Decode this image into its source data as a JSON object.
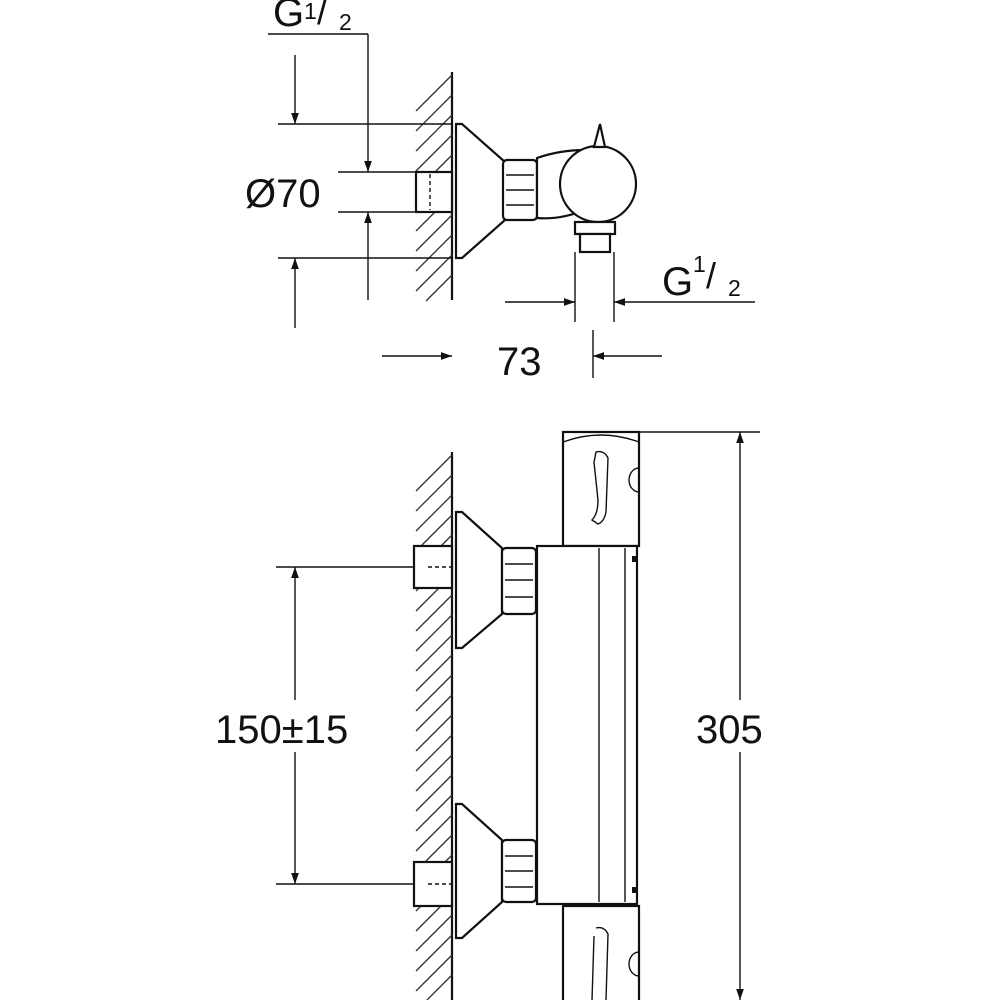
{
  "top_view": {
    "thread_inlet": {
      "letter": "G",
      "num": "1",
      "den": "2"
    },
    "diameter": "Ø70",
    "thread_outlet": {
      "letter": "G",
      "num": "1",
      "den": "2"
    },
    "depth": "73"
  },
  "front_view": {
    "inlet_spacing": "150±15",
    "total_height": "305"
  }
}
